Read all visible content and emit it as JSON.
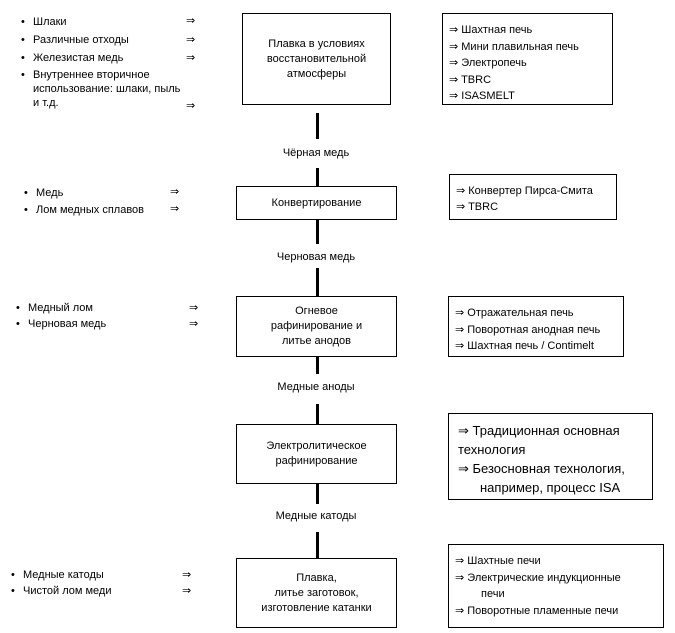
{
  "stages": [
    {
      "process": "Плавка в условиях\nвосстановительной\nатмосферы",
      "inputs": [
        "Шлаки",
        "Различные отходы",
        "Железистая медь",
        "Внутреннее вторичное использование: шлаки, пыль и т.д."
      ],
      "equipment": [
        "⇒ Шахтная печь",
        "⇒ Мини плавильная печь",
        "⇒ Электропечь",
        "⇒ TBRC",
        "⇒ ISASMELT"
      ],
      "output": "Чёрная медь"
    },
    {
      "process": "Конвертирование",
      "inputs": [
        "Медь",
        "Лом медных сплавов"
      ],
      "equipment": [
        "⇒ Конвертер Пирса-Смита",
        "⇒ TBRC"
      ],
      "output": "Черновая медь"
    },
    {
      "process": "Огневое\nрафинирование и\nлитье анодов",
      "inputs": [
        "Медный лом",
        "Черновая медь"
      ],
      "equipment": [
        "⇒ Отражательная печь",
        "⇒ Поворотная анодная печь",
        "⇒ Шахтная печь / Contimelt"
      ],
      "output": "Медные аноды"
    },
    {
      "process": "Электролитическое\nрафинирование",
      "inputs": [],
      "equipment": [
        "⇒ Традиционная основная",
        "технология",
        "⇒ Безосновная технология,",
        "например, процесс ISA"
      ],
      "output": "Медные катоды"
    },
    {
      "process": "Плавка,\nлитье заготовок,\nизготовление катанки",
      "inputs": [
        "Медные катоды",
        "Чистой лом меди"
      ],
      "equipment": [
        "⇒ Шахтные печи",
        "⇒ Электрические индукционные",
        "печи",
        "⇒ Поворотные пламенные печи"
      ]
    }
  ],
  "glyphs": {
    "arrow": "⇒",
    "bullet": "•"
  }
}
